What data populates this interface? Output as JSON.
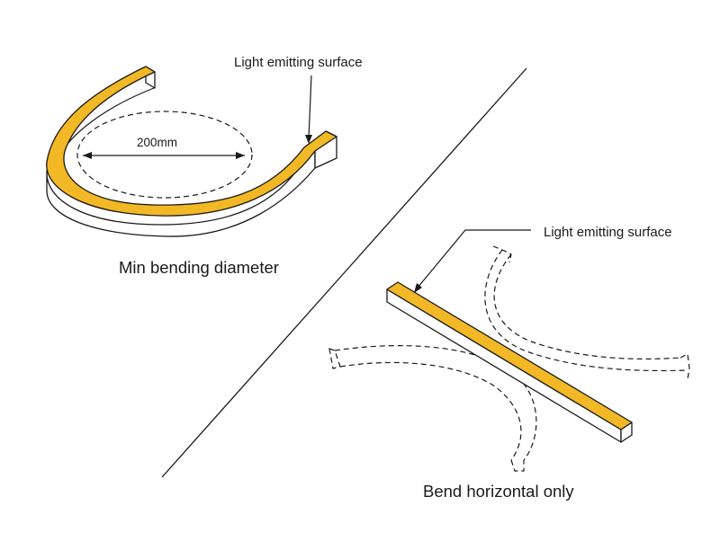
{
  "colors": {
    "light_surface": "#F2B826",
    "strip_body": "#FFFFFF",
    "line": "#1A1A1A"
  },
  "left_diagram": {
    "callout_label": "Light emitting surface",
    "dimension_label": "200mm",
    "caption": "Min bending diameter"
  },
  "right_diagram": {
    "callout_label": "Light emitting surface",
    "caption": "Bend horizontal only"
  }
}
